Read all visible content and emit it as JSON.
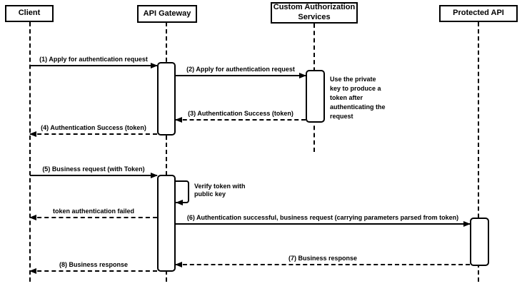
{
  "diagram": {
    "type": "sequence-diagram",
    "background_color": "#ffffff",
    "stroke_color": "#000000",
    "actors": [
      {
        "label": "Client"
      },
      {
        "label": "API Gateway"
      },
      {
        "label": "Custom Authorization Services"
      },
      {
        "label": "Protected API"
      }
    ],
    "messages": [
      {
        "label": "(1) Apply for authentication request",
        "from": "Client",
        "to": "API Gateway",
        "style": "solid"
      },
      {
        "label": "(2) Apply for authentication request",
        "from": "API Gateway",
        "to": "Custom Authorization Services",
        "style": "solid"
      },
      {
        "label": "(3) Authentication Success (token)",
        "from": "Custom Authorization Services",
        "to": "API Gateway",
        "style": "dashed"
      },
      {
        "label": "(4) Authentication Success (token)",
        "from": "API Gateway",
        "to": "Client",
        "style": "dashed"
      },
      {
        "label": "(5) Business request (with Token)",
        "from": "Client",
        "to": "API Gateway",
        "style": "solid"
      },
      {
        "label": "token authentication failed",
        "from": "API Gateway",
        "to": "Client",
        "style": "dashed"
      },
      {
        "label": "(6) Authentication successful, business request (carrying parameters parsed from token)",
        "from": "API Gateway",
        "to": "Protected API",
        "style": "solid"
      },
      {
        "label": "(7) Business response",
        "from": "Protected API",
        "to": "API Gateway",
        "style": "dashed"
      },
      {
        "label": "(8) Business response",
        "from": "API Gateway",
        "to": "Client",
        "style": "dashed"
      }
    ],
    "self_message": {
      "label": "Verify token with public key",
      "actor": "API Gateway"
    },
    "note": {
      "label": "Use the private key to produce a token after authenticating the request",
      "actor": "Custom Authorization Services"
    }
  }
}
